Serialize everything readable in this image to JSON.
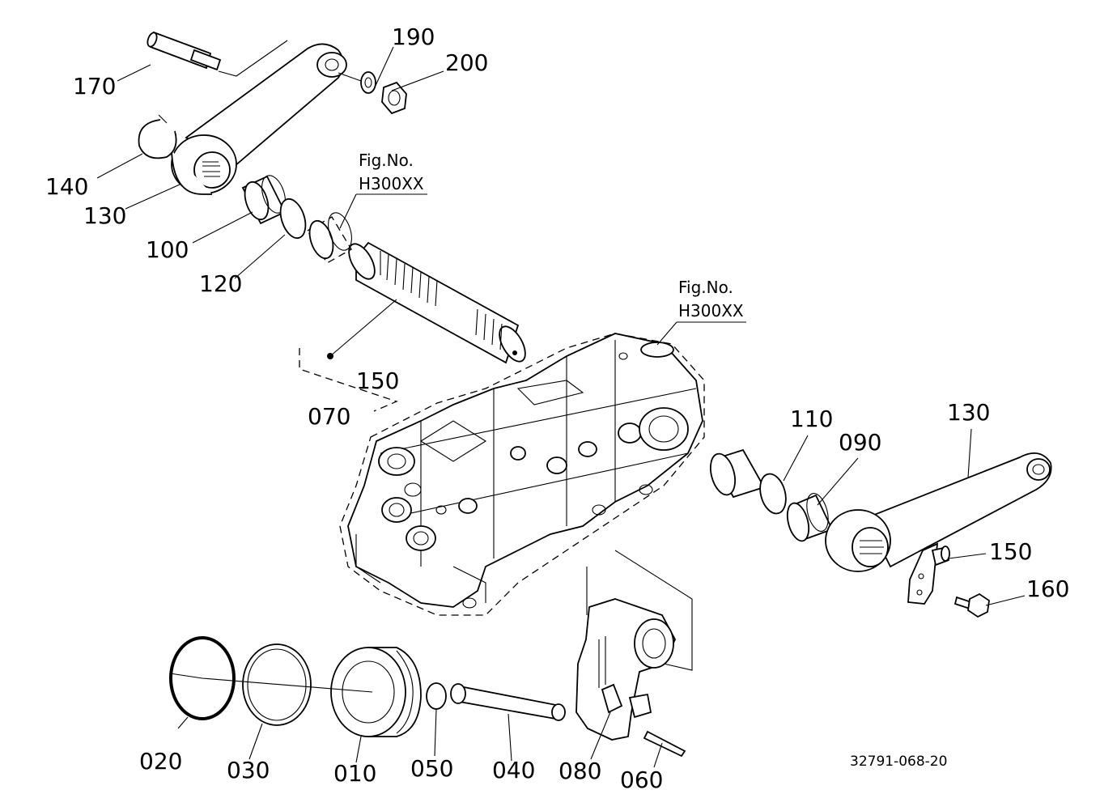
{
  "part_numbers": {
    "p170": "170",
    "p190": "190",
    "p200": "200",
    "p140": "140",
    "p130_left": "130",
    "p100": "100",
    "p120": "120",
    "p150_left": "150",
    "p070": "070",
    "p110": "110",
    "p090": "090",
    "p130_right": "130",
    "p150_right": "150",
    "p160": "160",
    "p020": "020",
    "p030": "030",
    "p010": "010",
    "p050": "050",
    "p040": "040",
    "p080": "080",
    "p060": "060"
  },
  "figure_refs": {
    "upper": {
      "label": "Fig.No.",
      "code": "H300XX"
    },
    "middle": {
      "label": "Fig.No.",
      "code": "H300XX"
    }
  },
  "diagram_code": "32791-068-20"
}
